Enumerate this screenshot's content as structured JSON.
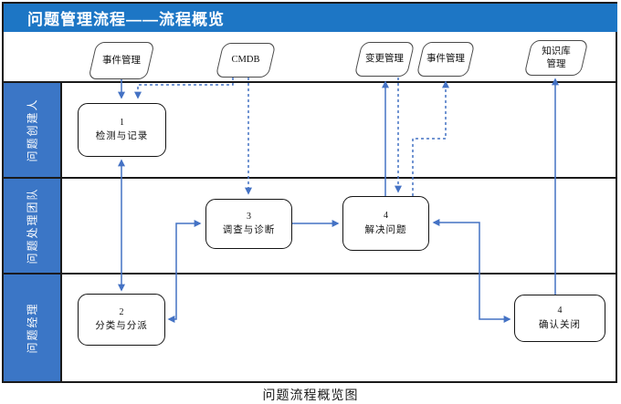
{
  "header": {
    "title": "问题管理流程——流程概览"
  },
  "caption": "问题流程概览图",
  "lanes": {
    "creator": "问题创建人",
    "team": "问题处理团队",
    "manager": "问题经理"
  },
  "externals": {
    "incident1": "事件管理",
    "cmdb": "CMDB",
    "change": "变更管理",
    "incident2": "事件管理",
    "kb_line1": "知识库",
    "kb_line2": "管理"
  },
  "boxes": {
    "detect": {
      "num": "1",
      "label": "检测与记录"
    },
    "classify": {
      "num": "2",
      "label": "分类与分派"
    },
    "investigate": {
      "num": "3",
      "label": "调查与诊断"
    },
    "resolve": {
      "num": "4",
      "label": "解决问题"
    },
    "close": {
      "num": "4",
      "label": "确认关闭"
    }
  },
  "colors": {
    "header_bg": "#1d76c5",
    "lane_bg": "#3b76c6",
    "connector": "#4472c4"
  }
}
